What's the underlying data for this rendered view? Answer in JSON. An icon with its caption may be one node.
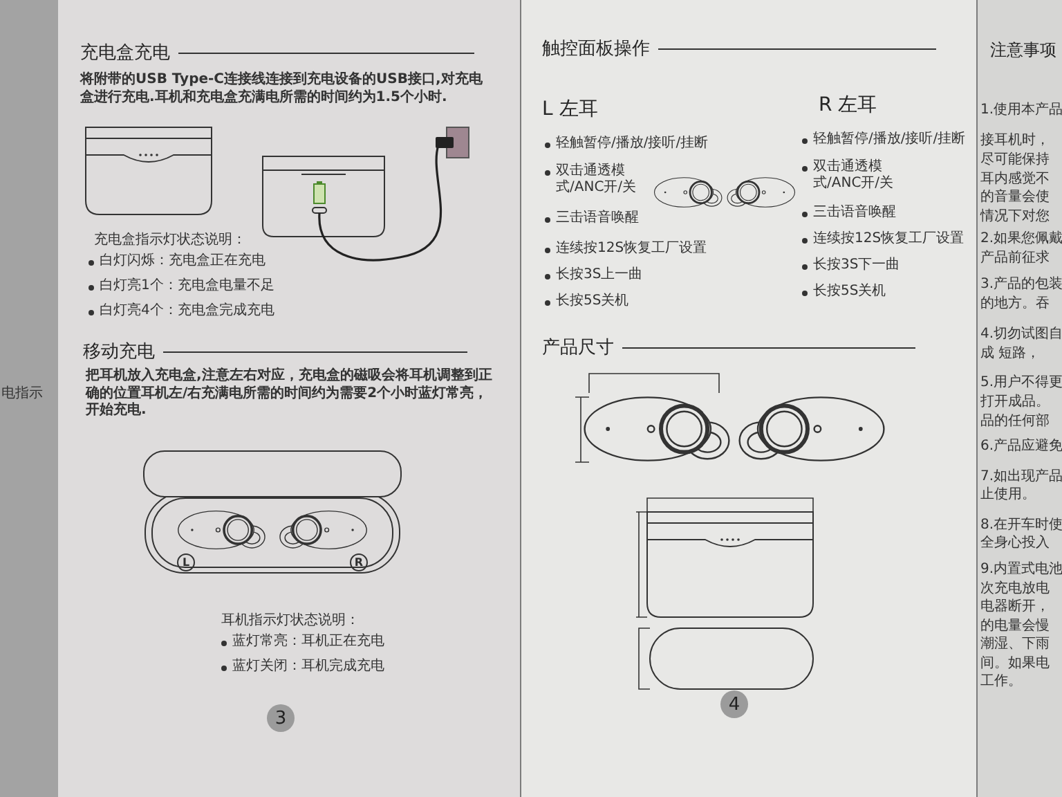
{
  "diagram": {
    "labels": [
      "充电盒充电",
      "将附带的USB Type-C连接线连接到充电设备的USB接口,对充电盒进行充电.耳机和充电盒充满电所需的时间约为1.5个小时.",
      "充电盒指示灯状态说明：",
      "白灯闪烁：充电盒正在充电",
      "白灯亮1个：充电盒电量不足",
      "白灯亮4个：充电盒完成充电",
      "移动充电",
      "把耳机放入充电盒,注意左右对应，充电盒的磁吸会将耳机调整到正确的位置耳机左/右充满电所需的时间约为需要2个小时蓝灯常亮，开始充电.",
      "L",
      "R",
      "耳机指示灯状态说明：",
      "蓝灯常亮：耳机正在充电",
      "蓝灯关闭：耳机完成充电",
      "3",
      "触控面板操作",
      "L 左耳",
      "轻触暂停/播放/接听/挂断",
      "双击通透模式/ANC开/关",
      "三击语音唤醒",
      "连续按12S恢复工厂设置",
      "长按3S上一曲",
      "长按5S关机",
      "R 左耳",
      "轻触暂停/播放/接听/挂断",
      "双击通透模式/ANC开/关",
      "三击语音唤醒",
      "连续按12S恢复工厂设置",
      "长按3S下一曲",
      "长按5S关机",
      "产品尺寸",
      "4",
      "注意事项",
      "1.使用本产品",
      "接耳机时，",
      "尽可能保持",
      "耳内感觉不",
      "的音量会使",
      "情况下对您",
      "2.如果您佩戴",
      "产品前征求",
      "3.产品的包装",
      "的地方。吞",
      "4.切勿试图自",
      "成 短路，",
      "5.用户不得更",
      "打开成品。",
      "品的任何部",
      "6.产品应避免",
      "7.如出现产品",
      "止使用。",
      "8.在开车时使",
      "全身心投入",
      "9.内置式电池",
      "次充电放电",
      "电器断开，",
      "的电量会慢",
      "潮湿、下雨",
      "间。如果电",
      "工作。",
      "电指示"
    ]
  }
}
